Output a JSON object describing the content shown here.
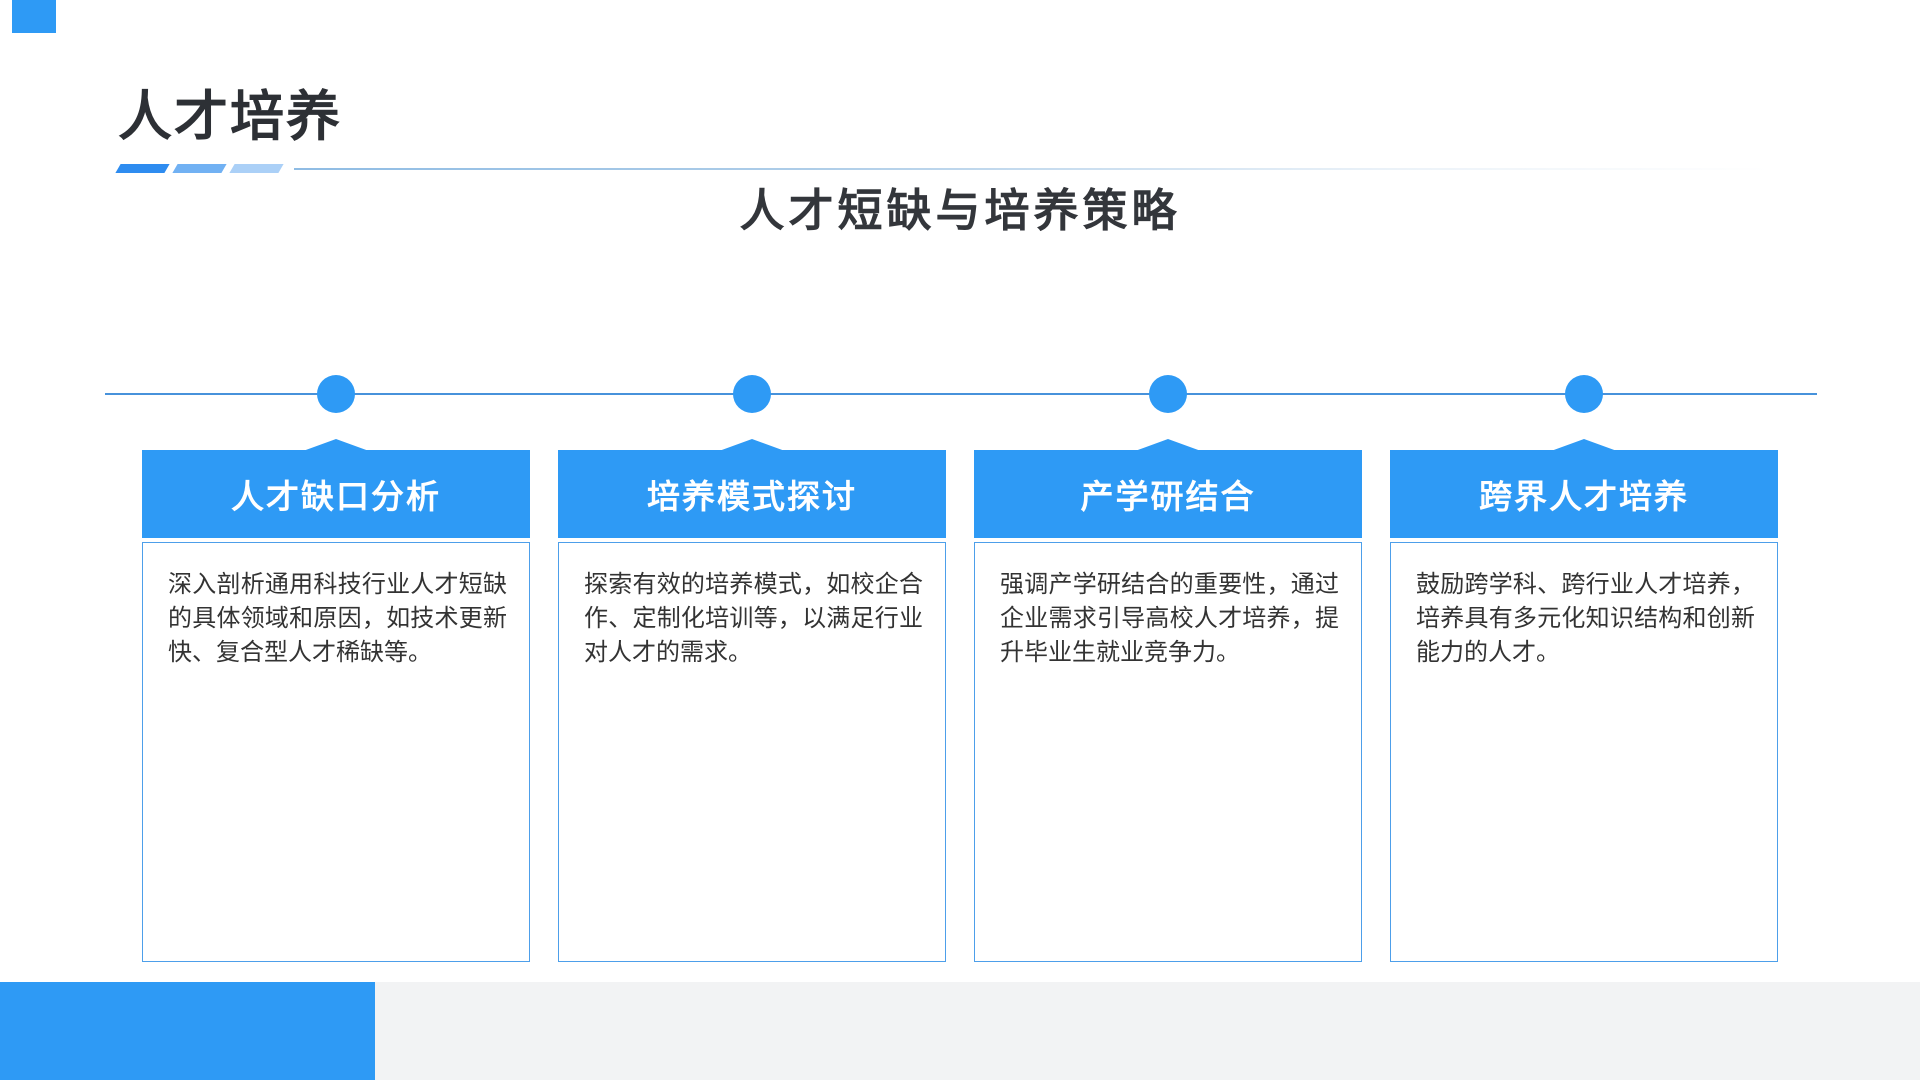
{
  "header": {
    "title": "人才培养"
  },
  "subtitle": "人才短缺与培养策略",
  "timeline_cards": [
    {
      "header": "人才缺口分析",
      "body": "深入剖析通用科技行业人才短缺的具体领域和原因，如技术更新快、复合型人才稀缺等。"
    },
    {
      "header": "培养模式探讨",
      "body": "探索有效的培养模式，如校企合作、定制化培训等，以满足行业对人才的需求。"
    },
    {
      "header": "产学研结合",
      "body": "强调产学研结合的重要性，通过企业需求引导高校人才培养，提升毕业生就业竞争力。"
    },
    {
      "header": "跨界人才培养",
      "body": "鼓励跨学科、跨行业人才培养，培养具有多元化知识结构和创新能力的人才。"
    }
  ],
  "colors": {
    "accent_blue": "#2E9AF5",
    "dash_blue_strong": "#2E8CF0",
    "dash_blue_medium": "#71B1F3",
    "dash_blue_light": "#ABD0F7",
    "timeline_line": "#4792DB",
    "card_border": "#4D9FEA",
    "text_dark": "#333333",
    "footer_gray": "#F2F3F4"
  }
}
